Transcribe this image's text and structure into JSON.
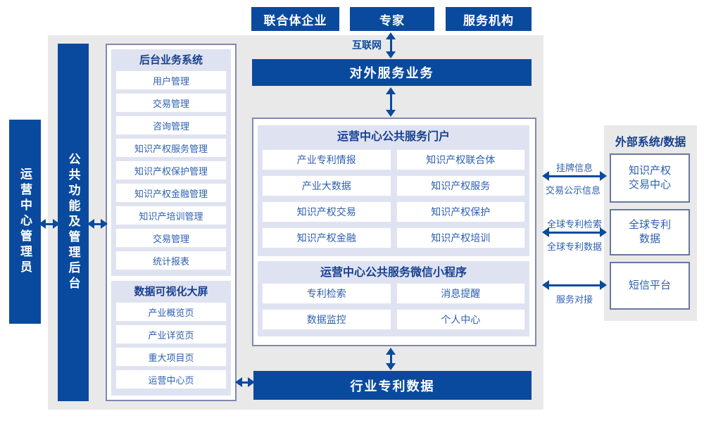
{
  "colors": {
    "primary_blue": "#0a4a9e",
    "title_navy": "#16408f",
    "item_text_blue": "#2d5fb0",
    "panel_gray": "#e9e9e9",
    "group_lavender": "#dfe2f1",
    "outline_border": "#8287b0",
    "external_border": "#68779e"
  },
  "top": {
    "actors": [
      {
        "label": "联合体企业"
      },
      {
        "label": "专家"
      },
      {
        "label": "服务机构"
      }
    ],
    "internet_label": "互联网"
  },
  "bars": {
    "external_service": "对外服务业务",
    "industry_patent_data": "行业专利数据"
  },
  "left": {
    "admin": "运营中心管理员",
    "backend": "公共功能及管理后台",
    "backend_system": {
      "title": "后台业务系统",
      "items": [
        "用户管理",
        "交易管理",
        "咨询管理",
        "知识产权服务管理",
        "知识产权保护管理",
        "知识产权金融管理",
        "知识产培训管理",
        "交易管理",
        "统计报表"
      ]
    },
    "dashboard": {
      "title": "数据可视化大屏",
      "items": [
        "产业概览页",
        "产业详览页",
        "重大项目页",
        "运营中心页"
      ]
    }
  },
  "center": {
    "portal": {
      "title": "运营中心公共服务门户",
      "items": [
        "产业专利情报",
        "知识产权联合体",
        "产业大数据",
        "知识产权服务",
        "知识产权交易",
        "知识产权保护",
        "知识产权金融",
        "知识产权培训"
      ]
    },
    "miniprogram": {
      "title": "运营中心公共服务微信小程序",
      "items": [
        "专利检索",
        "消息提醒",
        "数据监控",
        "个人中心"
      ]
    }
  },
  "external": {
    "title": "外部系统/数据",
    "systems": [
      "知识产权交易中心",
      "全球专利数据",
      "短信平台"
    ],
    "link_labels": {
      "listing_top": "挂牌信息",
      "listing_bottom": "交易公示信息",
      "patent_top": "全球专利检索",
      "patent_bottom": "全球专利数据",
      "service": "服务对接"
    }
  }
}
